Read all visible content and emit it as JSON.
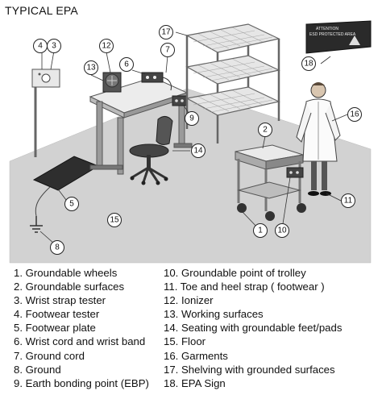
{
  "title": "TYPICAL EPA",
  "legend_left": [
    "1. Groundable wheels",
    "2. Groundable surfaces",
    "3. Wrist strap tester",
    "4. Footwear tester",
    "5. Footwear plate",
    "6. Wrist cord and wrist band",
    "7. Ground cord",
    "8. Ground",
    "9. Earth bonding point (EBP)"
  ],
  "legend_right": [
    "10. Groundable point of trolley",
    "11. Toe and heel strap ( footwear )",
    "12. Ionizer",
    "13. Working surfaces",
    "14. Seating with groundable feet/pads",
    "15. Floor",
    "16. Garments",
    "17. Shelving with grounded surfaces",
    "18. EPA Sign"
  ],
  "sign": {
    "line1": "ATTENTION",
    "line2": "ESD PROTECTED AREA"
  },
  "callouts": [
    "1",
    "2",
    "3",
    "4",
    "5",
    "6",
    "7",
    "8",
    "9",
    "10",
    "11",
    "12",
    "13",
    "14",
    "15",
    "16",
    "17",
    "18"
  ]
}
